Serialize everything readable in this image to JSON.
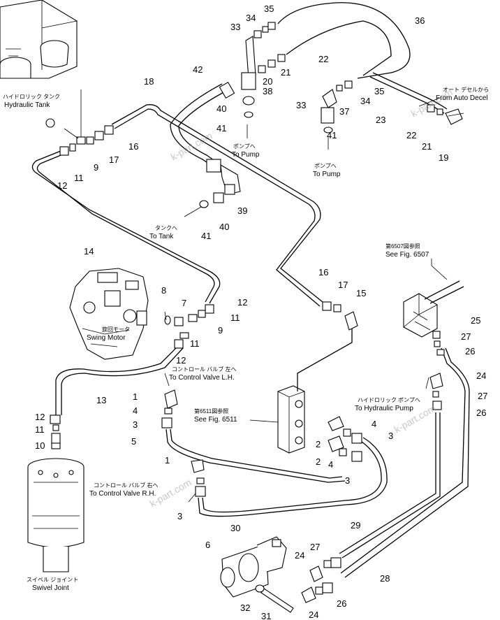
{
  "labels": {
    "hydraulic_tank_jp": "ハイドロリック タンク",
    "hydraulic_tank_en": "Hydraulic Tank",
    "swing_motor_jp": "旋回モータ",
    "swing_motor_en": "Swing Motor",
    "swivel_joint_jp": "スイベル ジョイント",
    "swivel_joint_en": "Swivel Joint",
    "to_pump_1_jp": "ポンプへ",
    "to_pump_1_en": "To Pump",
    "to_pump_2_jp": "ポンプへ",
    "to_pump_2_en": "To Pump",
    "to_tank_jp": "タンクへ",
    "to_tank_en": "To Tank",
    "from_auto_decel_jp": "オート デセルから",
    "from_auto_decel_en": "From Auto Decel",
    "see_fig_6507_jp": "第6507図参照",
    "see_fig_6507_en": "See Fig. 6507",
    "see_fig_6511_jp": "第6511図参照",
    "see_fig_6511_en": "See Fig. 6511",
    "to_control_valve_lh_jp": "コントロール バルブ 左へ",
    "to_control_valve_lh_en": "To Control Valve L.H.",
    "to_control_valve_rh_jp": "コントロール バルブ 右へ",
    "to_control_valve_rh_en": "To Control Valve R.H.",
    "to_hydraulic_pump_jp": "ハイドロリック ポンプへ",
    "to_hydraulic_pump_en": "To Hydraulic Pump",
    "watermark": "k-part.com"
  },
  "callouts": [
    "1",
    "1",
    "2",
    "2",
    "3",
    "3",
    "3",
    "3",
    "4",
    "4",
    "4",
    "5",
    "6",
    "7",
    "8",
    "9",
    "9",
    "10",
    "11",
    "11",
    "11",
    "11",
    "12",
    "12",
    "12",
    "12",
    "13",
    "14",
    "15",
    "16",
    "16",
    "17",
    "17",
    "18",
    "19",
    "20",
    "21",
    "21",
    "22",
    "22",
    "23",
    "24",
    "24",
    "24",
    "25",
    "26",
    "26",
    "26",
    "27",
    "27",
    "27",
    "28",
    "29",
    "30",
    "31",
    "32",
    "33",
    "33",
    "34",
    "34",
    "35",
    "35",
    "36",
    "37",
    "38",
    "39",
    "40",
    "40",
    "41",
    "41",
    "41",
    "42"
  ]
}
